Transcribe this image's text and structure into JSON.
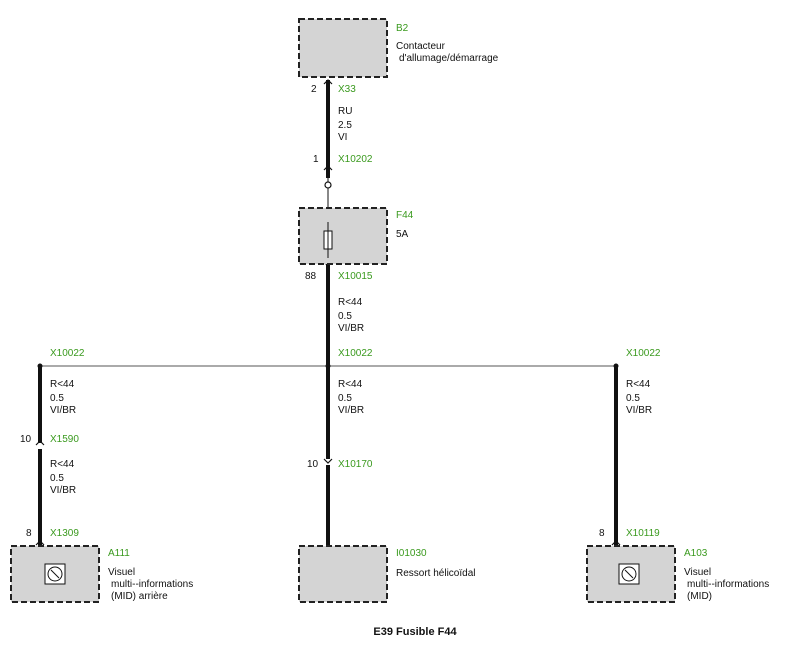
{
  "title": "E39 Fusible F44",
  "colors": {
    "connector_label": "#3a9a1e",
    "component_fill": "#d4d4d4",
    "wire": "#111111"
  },
  "components": {
    "b2": {
      "id": "B2",
      "desc_1": "Contacteur",
      "desc_2": "d'allumage/démarrage"
    },
    "f44": {
      "id": "F44",
      "desc_1": "5A"
    },
    "a111": {
      "id": "A111",
      "desc_1": "Visuel",
      "desc_2": "multi--informations",
      "desc_3": "(MID) arrière"
    },
    "i01030": {
      "id": "I01030",
      "desc_1": "Ressort hélicoïdal"
    },
    "a103": {
      "id": "A103",
      "desc_1": "Visuel",
      "desc_2": "multi--informations",
      "desc_3": "(MID)"
    }
  },
  "connectors": {
    "x33": {
      "name": "X33",
      "pin": "2"
    },
    "x10202": {
      "name": "X10202",
      "pin": "1"
    },
    "x10015": {
      "name": "X10015",
      "pin": "88"
    },
    "x10022_left": {
      "name": "X10022"
    },
    "x10022_center": {
      "name": "X10022"
    },
    "x10022_right": {
      "name": "X10022"
    },
    "x1590": {
      "name": "X1590",
      "pin": "10"
    },
    "x1309": {
      "name": "X1309",
      "pin": "8"
    },
    "x10170": {
      "name": "X10170",
      "pin": "10"
    },
    "x10119": {
      "name": "X10119",
      "pin": "8"
    }
  },
  "wires": {
    "w1": {
      "l1": "RU",
      "l2": "2.5",
      "l3": "VI"
    },
    "w2": {
      "l1": "R<44",
      "l2": "0.5",
      "l3": "VI/BR"
    },
    "w_left": {
      "l1": "R<44",
      "l2": "0.5",
      "l3": "VI/BR"
    },
    "w_left2": {
      "l1": "R<44",
      "l2": "0.5",
      "l3": "VI/BR"
    },
    "w_center": {
      "l1": "R<44",
      "l2": "0.5",
      "l3": "VI/BR"
    },
    "w_right": {
      "l1": "R<44",
      "l2": "0.5",
      "l3": "VI/BR"
    }
  }
}
